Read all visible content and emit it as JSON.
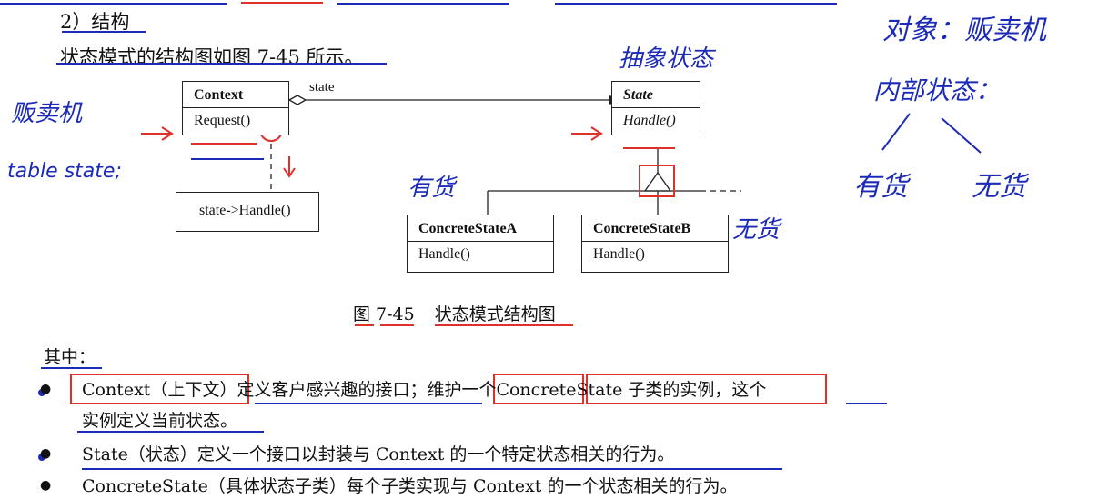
{
  "doc": {
    "heading": "2）结构",
    "intro": "状态模式的结构图如图 7-45 所示。",
    "caption_number": "图 7-45",
    "caption_title": "状态模式结构图",
    "list_intro": "其中：",
    "bullets": [
      {
        "line1": "Context（上下文）定义客户感兴趣的接口；维护一个ConcreteState 子类的实例，这个",
        "line2": "实例定义当前状态。"
      },
      {
        "line1": "State（状态）定义一个接口以封装与 Context 的一个特定状态相关的行为。"
      },
      {
        "line1": "ConcreteState（具体状态子类）每个子类实现与 Context 的一个状态相关的行为。"
      }
    ]
  },
  "diagram": {
    "context": {
      "name": "Context",
      "op": "Request()"
    },
    "state": {
      "name": "State",
      "op": "Handle()"
    },
    "concrete_a": {
      "name": "ConcreteStateA",
      "op": "Handle()"
    },
    "concrete_b": {
      "name": "ConcreteStateB",
      "op": "Handle()"
    },
    "assoc_label": "state",
    "note": "state->Handle()"
  },
  "annotations": {
    "top_right": "对象：贩卖机",
    "internal_state": "内部状态：",
    "left_machine": "贩卖机",
    "left_code": "table state;",
    "abstract_state": "抽象状态",
    "has_goods_a": "有货",
    "no_goods_b": "无货",
    "branch_has": "有货",
    "branch_no": "无货"
  },
  "colors": {
    "ink": "#1b2bb8",
    "red": "#e0302a",
    "line": "#222222"
  }
}
